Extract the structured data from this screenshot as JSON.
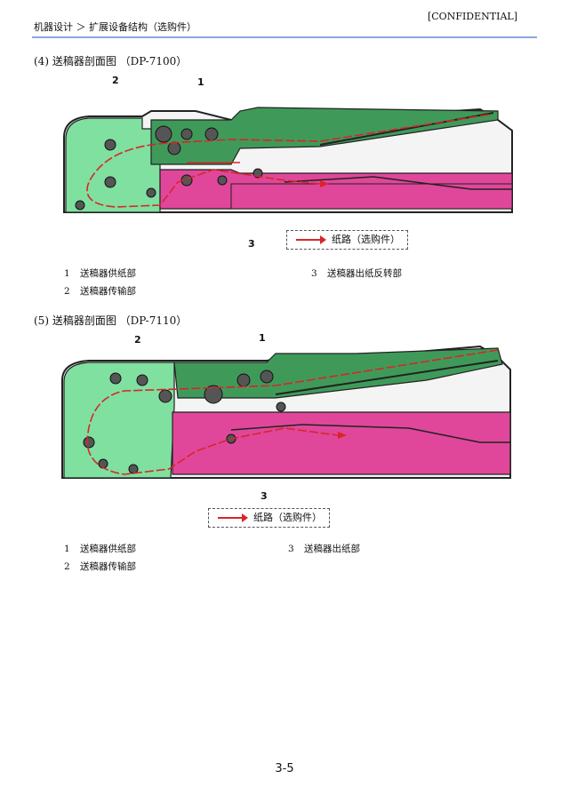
{
  "header": {
    "breadcrumb": "机器设计 ＞ 扩展设备结构（选购件）",
    "confidential": "[CONFIDENTIAL]"
  },
  "section_dp7100": {
    "title": "(4) 送稿器剖面图 （DP-7100）",
    "callouts": [
      "2",
      "1",
      "3"
    ],
    "legend": "纸路（选购件）",
    "items": [
      {
        "num": "1",
        "label": "送稿器供纸部"
      },
      {
        "num": "2",
        "label": "送稿器传输部"
      },
      {
        "num": "3",
        "label": "送稿器出纸反转部"
      }
    ]
  },
  "section_dp7110": {
    "title": "(5) 送稿器剖面图 （DP-7110）",
    "callouts": [
      "2",
      "1",
      "3"
    ],
    "legend": "纸路（选购件）",
    "items": [
      {
        "num": "1",
        "label": "送稿器供纸部"
      },
      {
        "num": "2",
        "label": "送稿器传输部"
      },
      {
        "num": "3",
        "label": "送稿器出纸部"
      }
    ]
  },
  "colors": {
    "feed_section": "#3f9a5a",
    "transport_section": "#7fe0a0",
    "exit_section": "#e0479a",
    "paper_path": "#d8252b"
  },
  "footer": {
    "page_number": "3-5"
  }
}
